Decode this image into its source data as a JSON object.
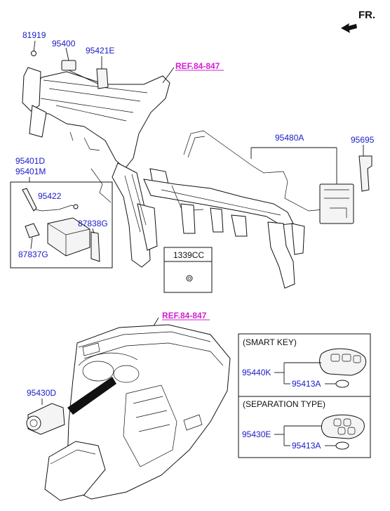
{
  "direction": {
    "label": "FR.",
    "icon": "arrow-forward-icon"
  },
  "refs": {
    "upper": "REF.84-847",
    "lower": "REF.84-847"
  },
  "parts": {
    "p81919": "81919",
    "p95400": "95400",
    "p95421E": "95421E",
    "p95480A": "95480A",
    "p95695": "95695",
    "p95401D": "95401D",
    "p95401M": "95401M",
    "p95422": "95422",
    "p87838G": "87838G",
    "p87837G": "87837G",
    "p1339CC": "1339CC",
    "p95430D": "95430D"
  },
  "smart_key_box": {
    "title": "(SMART KEY)",
    "key_part": "95440K",
    "battery_part": "95413A"
  },
  "separation_box": {
    "title": "(SEPARATION TYPE)",
    "key_part": "95430E",
    "battery_part": "95413A"
  },
  "colors": {
    "part_number": "#1a1ac8",
    "reference": "#d21fd2",
    "line": "#111111"
  }
}
